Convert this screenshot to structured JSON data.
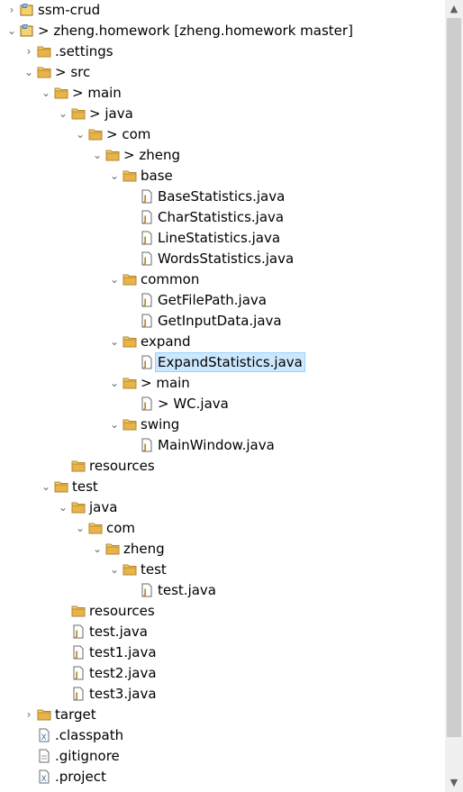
{
  "tree": [
    {
      "label": "ssm-crud",
      "depth": 0,
      "kind": "project",
      "toggle": "collapsed"
    },
    {
      "label": "> zheng.homework [zheng.homework master]",
      "depth": 0,
      "kind": "project",
      "toggle": "expanded"
    },
    {
      "label": ".settings",
      "depth": 1,
      "kind": "folder",
      "toggle": "collapsed"
    },
    {
      "label": "> src",
      "depth": 1,
      "kind": "folder",
      "toggle": "expanded"
    },
    {
      "label": "> main",
      "depth": 2,
      "kind": "folder",
      "toggle": "expanded"
    },
    {
      "label": "> java",
      "depth": 3,
      "kind": "folder",
      "toggle": "expanded"
    },
    {
      "label": "> com",
      "depth": 4,
      "kind": "folder",
      "toggle": "expanded"
    },
    {
      "label": "> zheng",
      "depth": 5,
      "kind": "folder",
      "toggle": "expanded"
    },
    {
      "label": "base",
      "depth": 6,
      "kind": "folder",
      "toggle": "expanded"
    },
    {
      "label": "BaseStatistics.java",
      "depth": 7,
      "kind": "java"
    },
    {
      "label": "CharStatistics.java",
      "depth": 7,
      "kind": "java"
    },
    {
      "label": "LineStatistics.java",
      "depth": 7,
      "kind": "java"
    },
    {
      "label": "WordsStatistics.java",
      "depth": 7,
      "kind": "java"
    },
    {
      "label": "common",
      "depth": 6,
      "kind": "folder",
      "toggle": "expanded"
    },
    {
      "label": "GetFilePath.java",
      "depth": 7,
      "kind": "java"
    },
    {
      "label": "GetInputData.java",
      "depth": 7,
      "kind": "java"
    },
    {
      "label": "expand",
      "depth": 6,
      "kind": "folder",
      "toggle": "expanded"
    },
    {
      "label": "ExpandStatistics.java",
      "depth": 7,
      "kind": "java",
      "selected": true
    },
    {
      "label": "> main",
      "depth": 6,
      "kind": "folder",
      "toggle": "expanded"
    },
    {
      "label": "> WC.java",
      "depth": 7,
      "kind": "java"
    },
    {
      "label": "swing",
      "depth": 6,
      "kind": "folder",
      "toggle": "expanded"
    },
    {
      "label": "MainWindow.java",
      "depth": 7,
      "kind": "java"
    },
    {
      "label": "resources",
      "depth": 3,
      "kind": "folder"
    },
    {
      "label": "test",
      "depth": 2,
      "kind": "folder",
      "toggle": "expanded"
    },
    {
      "label": "java",
      "depth": 3,
      "kind": "folder",
      "toggle": "expanded"
    },
    {
      "label": "com",
      "depth": 4,
      "kind": "folder",
      "toggle": "expanded"
    },
    {
      "label": "zheng",
      "depth": 5,
      "kind": "folder",
      "toggle": "expanded"
    },
    {
      "label": "test",
      "depth": 6,
      "kind": "folder",
      "toggle": "expanded"
    },
    {
      "label": "test.java",
      "depth": 7,
      "kind": "java"
    },
    {
      "label": "resources",
      "depth": 3,
      "kind": "folder"
    },
    {
      "label": "test.java",
      "depth": 3,
      "kind": "java"
    },
    {
      "label": "test1.java",
      "depth": 3,
      "kind": "java"
    },
    {
      "label": "test2.java",
      "depth": 3,
      "kind": "java"
    },
    {
      "label": "test3.java",
      "depth": 3,
      "kind": "java"
    },
    {
      "label": "target",
      "depth": 1,
      "kind": "folder",
      "toggle": "collapsed"
    },
    {
      "label": ".classpath",
      "depth": 1,
      "kind": "xfile"
    },
    {
      "label": ".gitignore",
      "depth": 1,
      "kind": "file"
    },
    {
      "label": ".project",
      "depth": 1,
      "kind": "xfile"
    }
  ],
  "colors": {
    "selection": "#cce8ff",
    "folder": "#e8b44a",
    "scrollbar_thumb": "#cdcdcd"
  },
  "icons": {
    "collapsed": "chevron-right-icon",
    "expanded": "chevron-down-icon",
    "folder": "folder-icon",
    "java": "java-file-icon",
    "project": "project-icon",
    "file": "file-icon",
    "xfile": "xml-file-icon"
  }
}
